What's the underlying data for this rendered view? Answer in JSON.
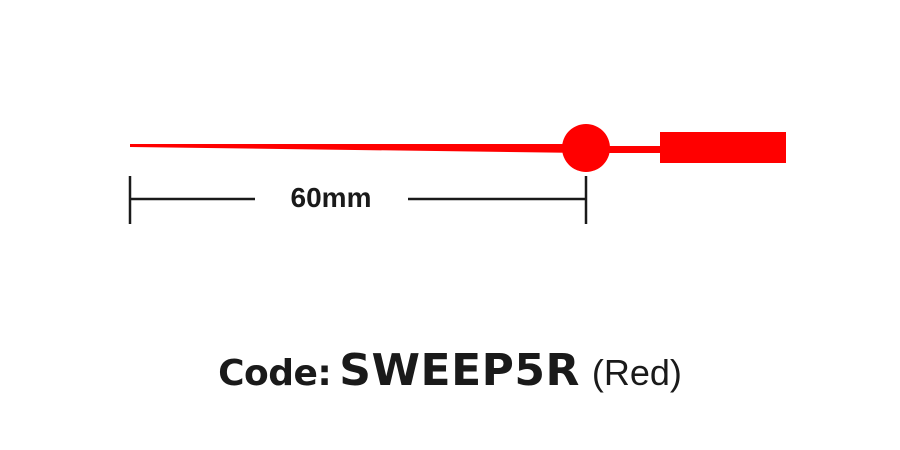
{
  "diagram": {
    "hand_color": "#ff0000",
    "dimension_label": "60mm"
  },
  "code": {
    "prefix": "Code:",
    "value": "SWEEP5R",
    "variant": "(Red)"
  }
}
